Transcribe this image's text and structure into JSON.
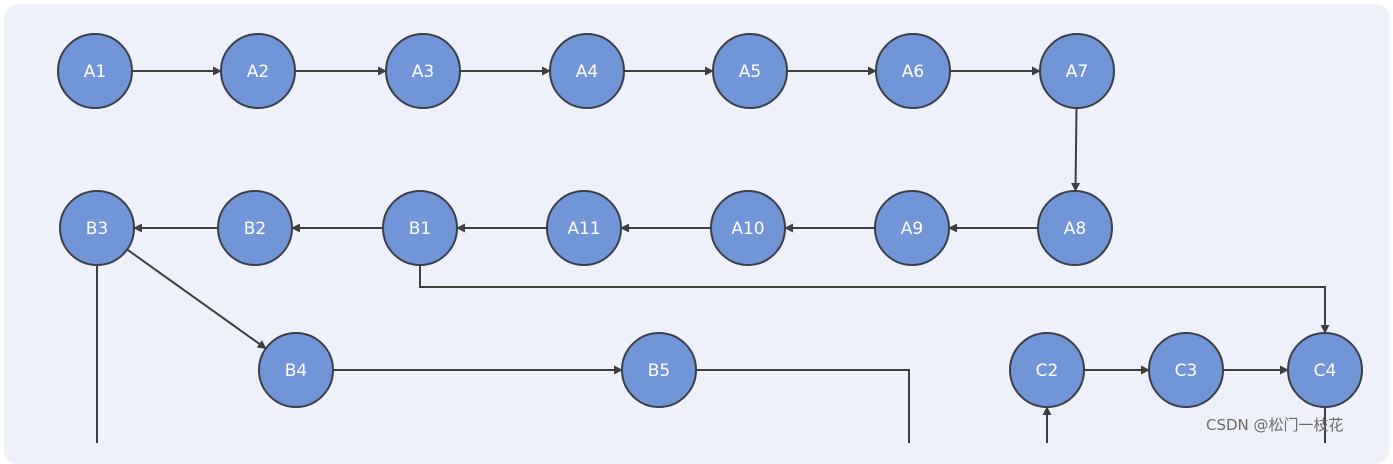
{
  "nodes": [
    {
      "id": "A1",
      "label": "A1"
    },
    {
      "id": "A2",
      "label": "A2"
    },
    {
      "id": "A3",
      "label": "A3"
    },
    {
      "id": "A4",
      "label": "A4"
    },
    {
      "id": "A5",
      "label": "A5"
    },
    {
      "id": "A6",
      "label": "A6"
    },
    {
      "id": "A7",
      "label": "A7"
    },
    {
      "id": "A8",
      "label": "A8"
    },
    {
      "id": "A9",
      "label": "A9"
    },
    {
      "id": "A10",
      "label": "A10"
    },
    {
      "id": "A11",
      "label": "A11"
    },
    {
      "id": "B1",
      "label": "B1"
    },
    {
      "id": "B2",
      "label": "B2"
    },
    {
      "id": "B3",
      "label": "B3"
    },
    {
      "id": "B4",
      "label": "B4"
    },
    {
      "id": "B5",
      "label": "B5"
    },
    {
      "id": "C2",
      "label": "C2"
    },
    {
      "id": "C3",
      "label": "C3"
    },
    {
      "id": "C4",
      "label": "C4"
    }
  ],
  "edges": [
    {
      "from": "A1",
      "to": "A2"
    },
    {
      "from": "A2",
      "to": "A3"
    },
    {
      "from": "A3",
      "to": "A4"
    },
    {
      "from": "A4",
      "to": "A5"
    },
    {
      "from": "A5",
      "to": "A6"
    },
    {
      "from": "A6",
      "to": "A7"
    },
    {
      "from": "A7",
      "to": "A8"
    },
    {
      "from": "A8",
      "to": "A9"
    },
    {
      "from": "A9",
      "to": "A10"
    },
    {
      "from": "A10",
      "to": "A11"
    },
    {
      "from": "A11",
      "to": "B1"
    },
    {
      "from": "B1",
      "to": "B2"
    },
    {
      "from": "B2",
      "to": "B3"
    },
    {
      "from": "B3",
      "to": "B4"
    },
    {
      "from": "B4",
      "to": "B5"
    },
    {
      "from": "B1",
      "to": "C4"
    },
    {
      "from": "C2",
      "to": "C3"
    },
    {
      "from": "C3",
      "to": "C4"
    }
  ],
  "colors": {
    "node_fill": "#7196d8",
    "node_stroke": "#3a3f4a",
    "edge": "#3f3f3f",
    "background": "#eef1f9"
  },
  "watermark": "CSDN @松门一枝花"
}
